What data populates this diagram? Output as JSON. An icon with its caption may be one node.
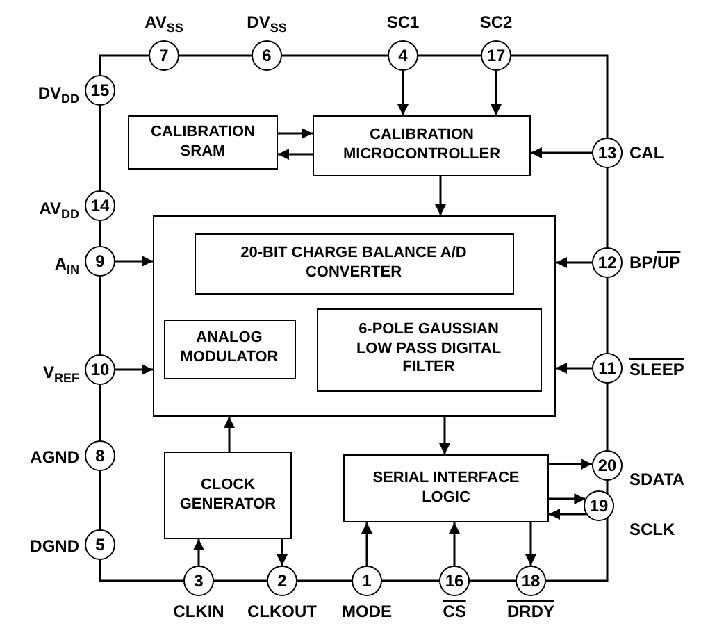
{
  "diagram": {
    "nodes": [
      {
        "text": [
          "CALIBRATION SRAM"
        ]
      },
      {
        "text": [
          "CALIBRATION MICROCONTROLLER"
        ]
      },
      {
        "text": [],
        "shape": "box"
      },
      {
        "text": [
          "20-BIT CHARGE BALANCE A/D CONVERTER"
        ],
        "in": 2
      },
      {
        "text": [
          "ANALOG MODULATOR"
        ],
        "in": 2
      },
      {
        "text": [
          "6-POLE GAUSSIAN LOW PASS DIGITAL FILTER"
        ],
        "in": 2
      },
      {
        "text": [
          "CLOCK GENERATOR"
        ]
      },
      {
        "text": [
          "SERIAL INTERFACE LOGIC"
        ]
      },
      {
        "text": [
          "7"
        ],
        "beside": [
          "AV$_{SS}$"
        ]
      },
      {
        "text": [
          "6"
        ],
        "beside": [
          "DV$_{SS}$"
        ]
      },
      {
        "text": [
          "4"
        ],
        "beside": [
          "SC1"
        ]
      },
      {
        "text": [
          "17"
        ],
        "beside": [
          "SC2"
        ]
      },
      {
        "text": [
          "15"
        ],
        "beside": [
          "DV$_{DD}$"
        ]
      },
      {
        "text": [
          "14"
        ],
        "beside": [
          "AV$_{DD}$"
        ]
      },
      {
        "text": [
          "9"
        ],
        "beside": [
          "A$_{IN}$"
        ]
      },
      {
        "text": [
          "10"
        ],
        "beside": [
          "V$_{REF}$"
        ]
      },
      {
        "text": [
          "8"
        ],
        "beside": [
          "AGND"
        ]
      },
      {
        "text": [
          "5"
        ],
        "beside": [
          "DGND"
        ]
      },
      {
        "text": [
          "13"
        ],
        "beside": [
          "CAL"
        ]
      },
      {
        "text": [
          "12"
        ],
        "beside": [
          "BP/UP"
        ]
      },
      {
        "text": [
          "11"
        ],
        "beside": [
          "SLEEP"
        ]
      },
      {
        "text": [
          "20"
        ],
        "beside": [
          "SDATA"
        ]
      },
      {
        "text": [
          "19"
        ],
        "beside": [
          "SCLK"
        ]
      },
      {
        "text": [
          "3"
        ],
        "beside": [
          "CLKIN"
        ]
      },
      {
        "text": [
          "2"
        ],
        "beside": [
          "CLKOUT"
        ]
      },
      {
        "text": [
          "1"
        ],
        "beside": [
          "MODE"
        ]
      },
      {
        "text": [
          "16"
        ],
        "beside": [
          "CS"
        ]
      },
      {
        "text": [
          "18"
        ],
        "beside": [
          "DRDY"
        ]
      }
    ],
    "edges": [
      {
        "from": 10,
        "to": 1,
        "arrow": "to"
      },
      {
        "from": 11,
        "to": 1,
        "arrow": "to"
      },
      {
        "from": 0,
        "to": 1,
        "arrow": "to"
      },
      {
        "from": 1,
        "to": 0,
        "arrow": "to"
      },
      {
        "from": 18,
        "to": 1,
        "arrow": "to"
      },
      {
        "from": 1,
        "to": 2,
        "arrow": "to"
      },
      {
        "from": 14,
        "to": 2,
        "arrow": "to"
      },
      {
        "from": 15,
        "to": 2,
        "arrow": "to"
      },
      {
        "from": 19,
        "to": 2,
        "arrow": "to"
      },
      {
        "from": 20,
        "to": 2,
        "arrow": "to"
      },
      {
        "from": 6,
        "to": 2,
        "arrow": "to"
      },
      {
        "from": 2,
        "to": 7,
        "arrow": "to"
      },
      {
        "from": 23,
        "to": 6,
        "arrow": "to"
      },
      {
        "from": 6,
        "to": 24,
        "arrow": "to"
      },
      {
        "from": 25,
        "to": 7,
        "arrow": "to"
      },
      {
        "from": 26,
        "to": 7,
        "arrow": "to"
      },
      {
        "from": 7,
        "to": 27,
        "arrow": "to"
      },
      {
        "from": 7,
        "to": 21,
        "arrow": "to"
      },
      {
        "from": 7,
        "to": 22,
        "arrow": "to"
      },
      {
        "from": 22,
        "to": 7,
        "arrow": "to"
      }
    ]
  }
}
